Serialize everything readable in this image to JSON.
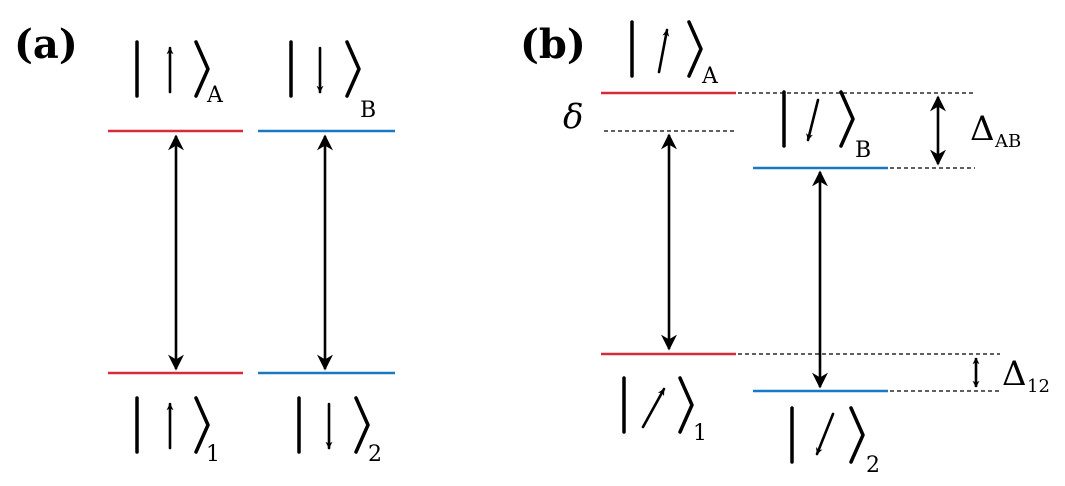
{
  "panels": {
    "a": {
      "label": "(a)",
      "states": {
        "A": {
          "spin": "up",
          "subscript": "A"
        },
        "B": {
          "spin": "down",
          "subscript": "B"
        },
        "1": {
          "spin": "up",
          "subscript": "1"
        },
        "2": {
          "spin": "down",
          "subscript": "2"
        }
      }
    },
    "b": {
      "label": "(b)",
      "states": {
        "A": {
          "spin": "tilted-up",
          "subscript": "A"
        },
        "B": {
          "spin": "tilted-down",
          "subscript": "B"
        },
        "1": {
          "spin": "tilted-up",
          "subscript": "1"
        },
        "2": {
          "spin": "tilted-down",
          "subscript": "2"
        }
      },
      "shift_label": "δ",
      "splittings": {
        "upper": {
          "symbol": "Δ",
          "subscript": "AB"
        },
        "lower": {
          "symbol": "Δ",
          "subscript": "12"
        }
      }
    }
  },
  "colors": {
    "level_A": "#d62c3a",
    "level_B": "#1b78c2",
    "text": "#000000"
  }
}
